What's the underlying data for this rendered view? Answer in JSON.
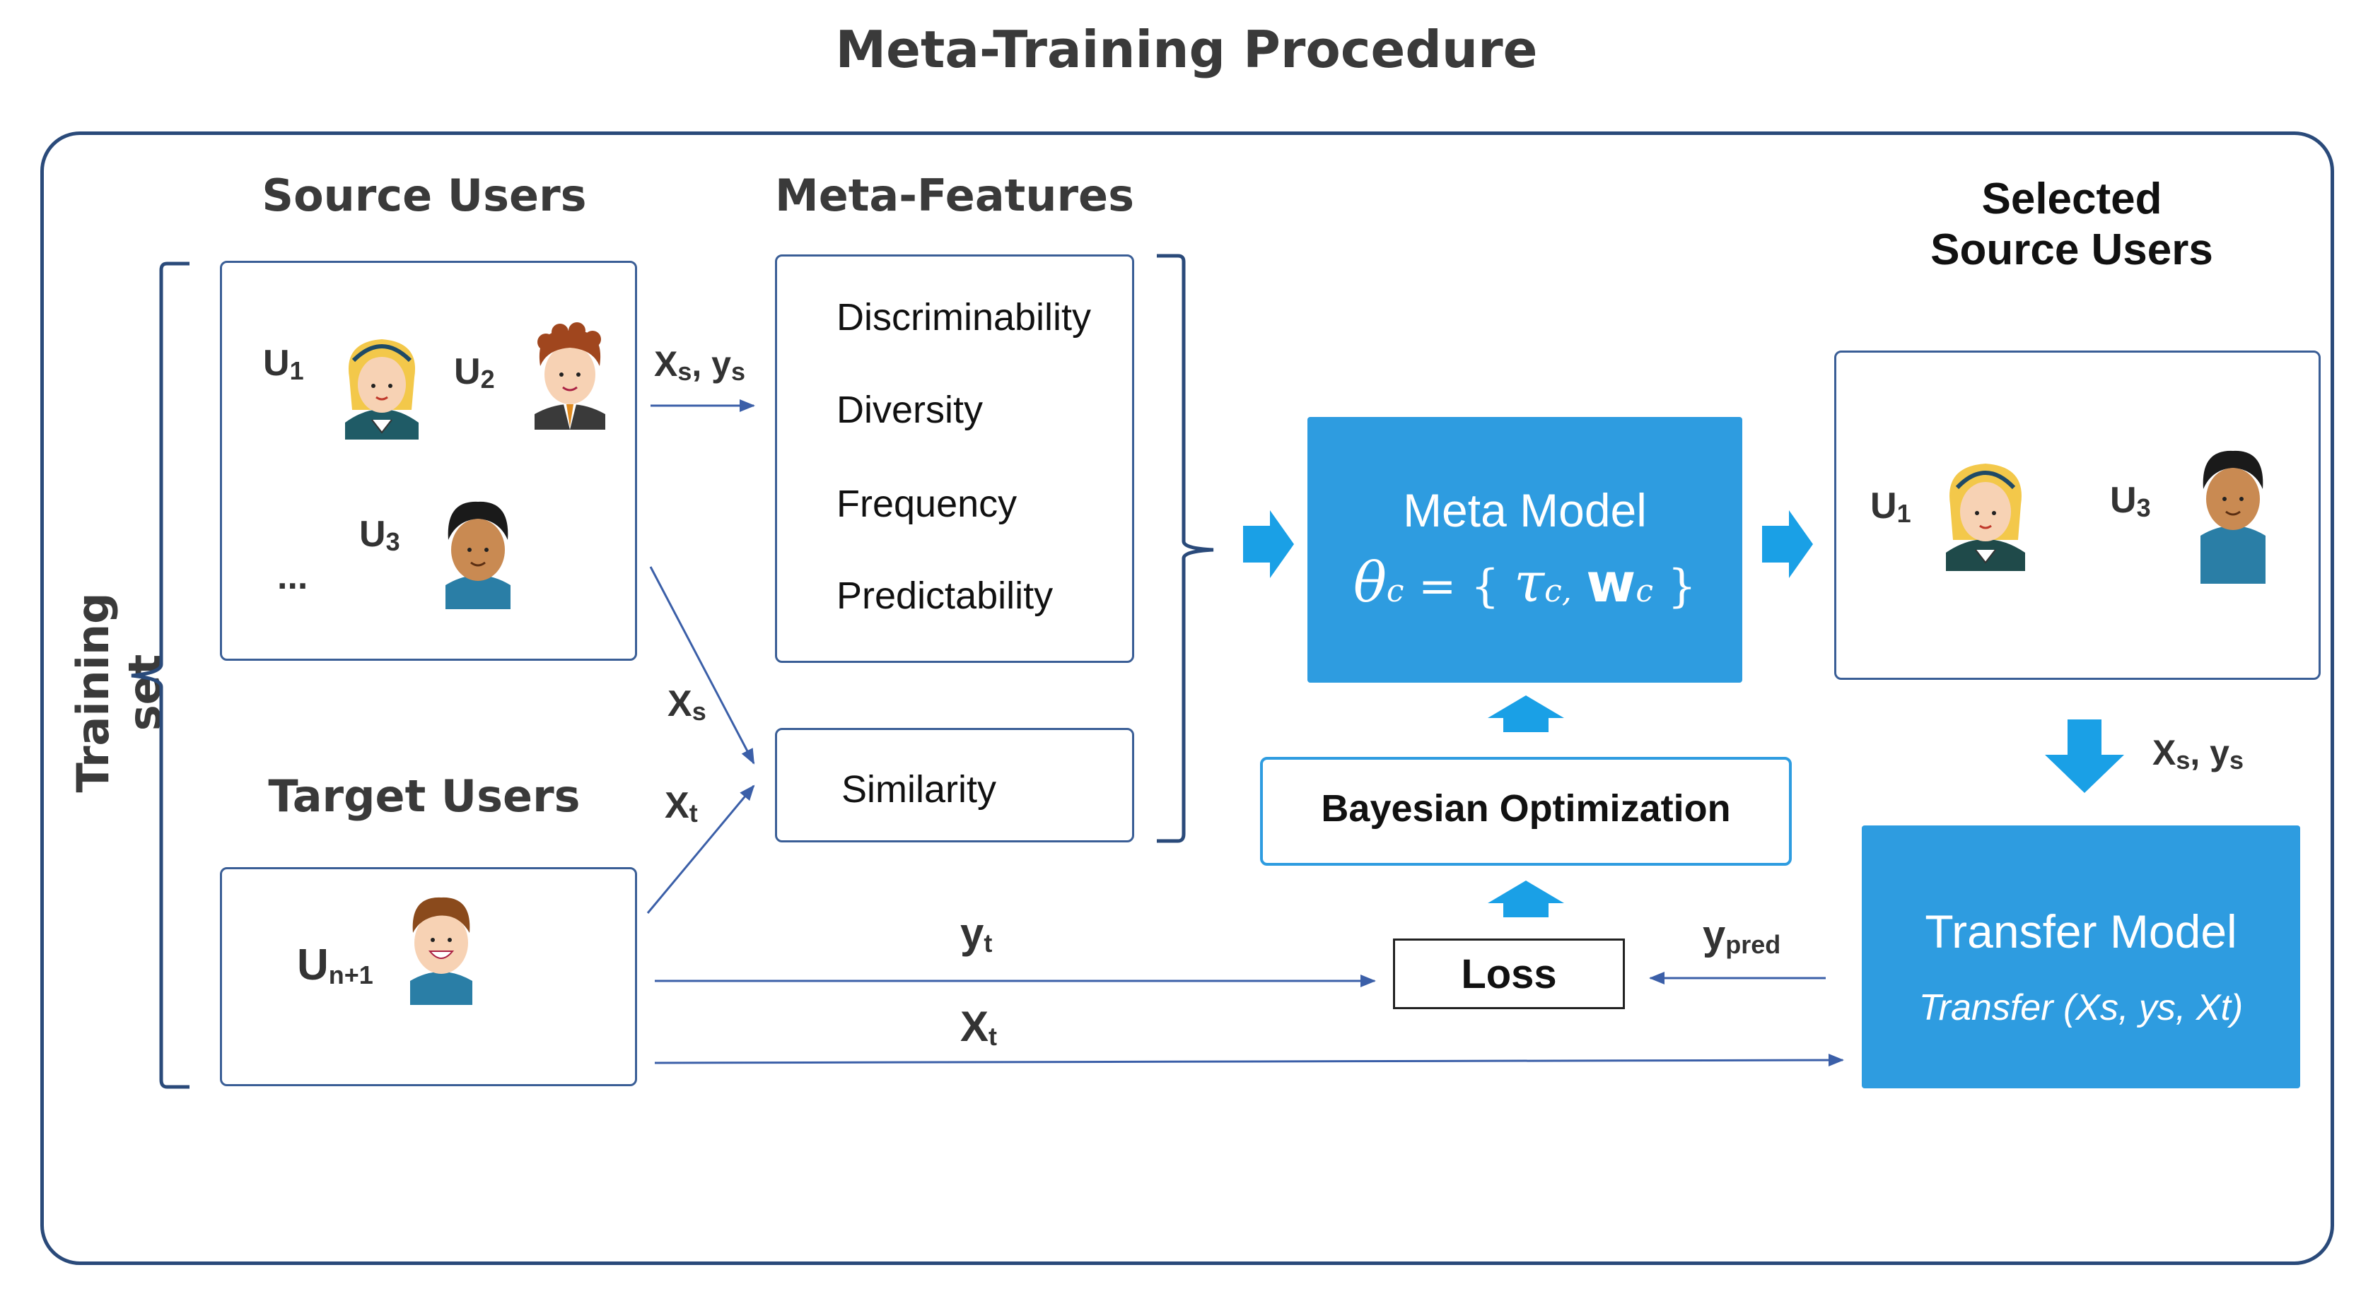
{
  "title": "Meta-Training Procedure",
  "training_set_label": "Training set",
  "source_users": {
    "header": "Source Users",
    "users": [
      {
        "label": "U",
        "sub": "1",
        "avatar": "blonde-woman-avatar"
      },
      {
        "label": "U",
        "sub": "2",
        "avatar": "businessman-avatar"
      },
      {
        "label": "U",
        "sub": "3",
        "avatar": "dark-skinned-man-avatar"
      }
    ],
    "ellipsis": "..."
  },
  "target_users": {
    "header": "Target Users",
    "user": {
      "label": "U",
      "sub": "n+1",
      "avatar": "smiling-man-avatar"
    }
  },
  "meta_features": {
    "header": "Meta-Features",
    "items": [
      "Discriminability",
      "Diversity",
      "Frequency",
      "Predictability"
    ],
    "similarity": "Similarity"
  },
  "meta_model": {
    "title": "Meta Model",
    "formula": {
      "theta": "θ",
      "c1": "c",
      "eq": " = { ",
      "tau": "τ",
      "c2": "c,",
      "w": "w",
      "c3": "c",
      "close": " }"
    }
  },
  "bayesian_optimization": "Bayesian Optimization",
  "loss": "Loss",
  "selected_source_users": {
    "header_line1": "Selected",
    "header_line2": "Source Users",
    "users": [
      {
        "label": "U",
        "sub": "1",
        "avatar": "blonde-woman-avatar"
      },
      {
        "label": "U",
        "sub": "3",
        "avatar": "dark-skinned-man-avatar"
      }
    ]
  },
  "transfer_model": {
    "title": "Transfer Model",
    "formula": "Transfer (Xs, ys, Xt)"
  },
  "arrow_labels": {
    "xs_ys": {
      "a": "X",
      "a_sub": "s",
      "sep": ", y",
      "b_sub": "s"
    },
    "xs": {
      "a": "X",
      "a_sub": "s"
    },
    "xt": {
      "a": "X",
      "a_sub": "t"
    },
    "yt": {
      "a": "y",
      "a_sub": "t"
    },
    "xt_bottom": {
      "a": "X",
      "a_sub": "t"
    },
    "ypred": {
      "a": "y",
      "a_sub": "pred"
    },
    "xs_ys_right": {
      "a": "X",
      "a_sub": "s",
      "sep": ", y",
      "b_sub": "s"
    }
  },
  "colors": {
    "frame": "#2a4a7a",
    "box_border": "#3a5e96",
    "accent_blue": "#2e9ce0",
    "arrow_blue": "#1aa0e6",
    "line_blue": "#3b5fa8"
  }
}
